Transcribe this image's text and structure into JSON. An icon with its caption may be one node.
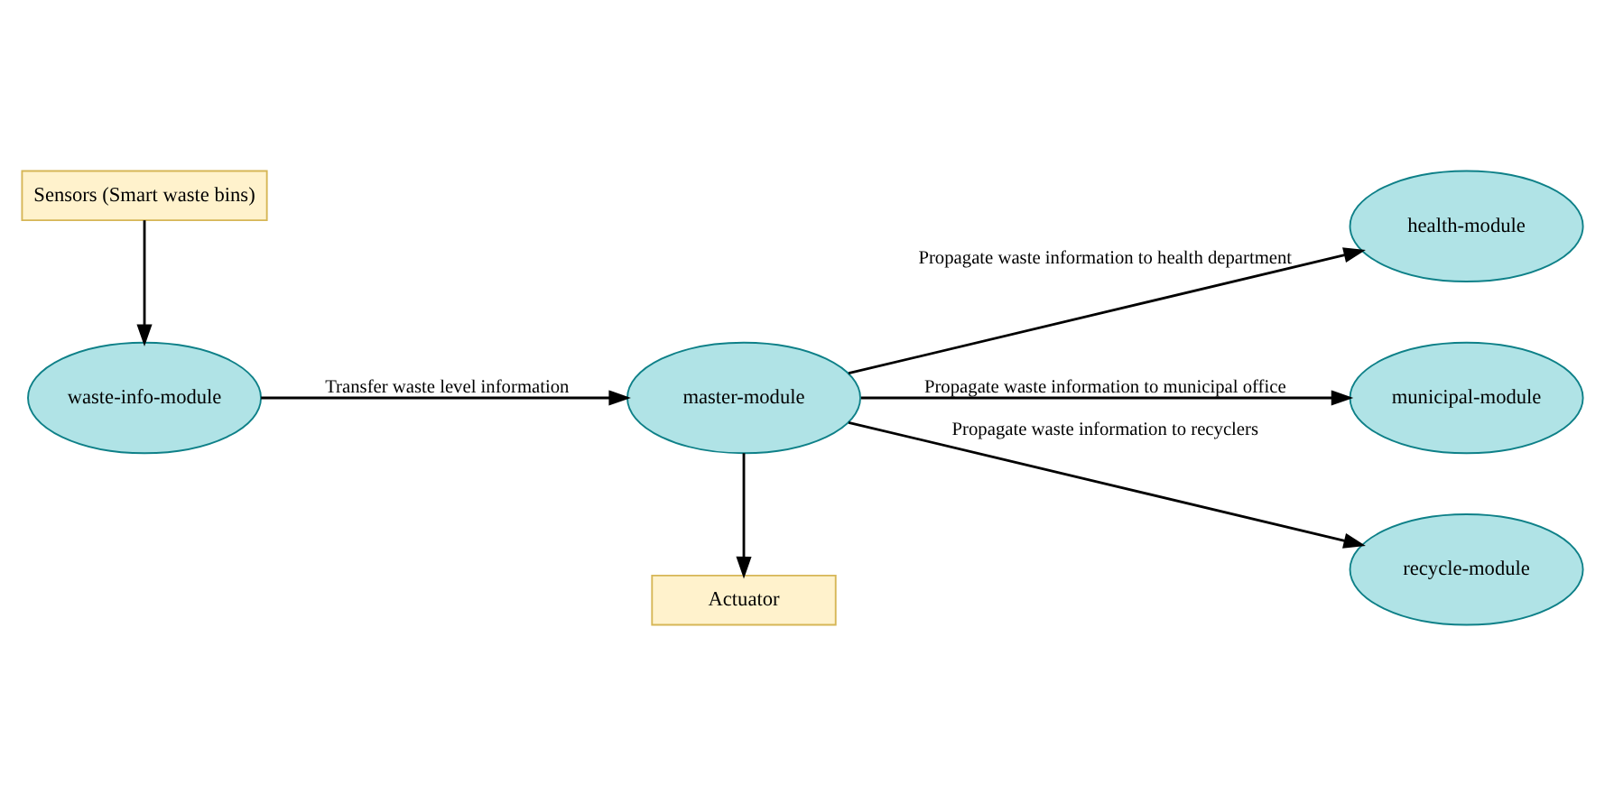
{
  "diagram": {
    "nodes": [
      {
        "text": [
          "waste-info-module"
        ]
      },
      {
        "text": [
          "master-module"
        ]
      },
      {
        "text": [
          "health-module"
        ]
      },
      {
        "text": [
          "municipal-module"
        ]
      },
      {
        "text": [
          "recycle-module"
        ]
      },
      {
        "text": [
          "Sensors (Smart waste bins)"
        ]
      },
      {
        "text": [
          "Actuator"
        ]
      }
    ],
    "edges": [
      {
        "from": 5,
        "to": 0,
        "arrow": "to"
      },
      {
        "from": 0,
        "to": 1,
        "arrow": "to",
        "label": "Transfer waste level information"
      },
      {
        "from": 1,
        "to": 2,
        "arrow": "to",
        "label": "Propagate waste information to health department"
      },
      {
        "from": 1,
        "to": 3,
        "arrow": "to",
        "label": "Propagate waste information to municipal office"
      },
      {
        "from": 1,
        "to": 4,
        "arrow": "to",
        "label": "Propagate waste information to recyclers"
      },
      {
        "from": 1,
        "to": 6,
        "arrow": "to"
      }
    ]
  }
}
